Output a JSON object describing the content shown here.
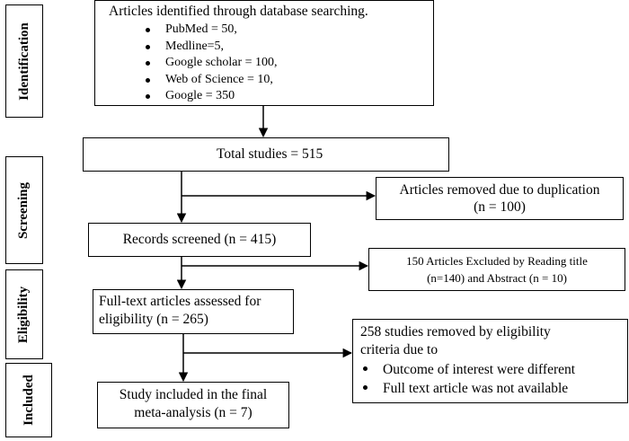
{
  "stages": {
    "identification": "Identification",
    "screening": "Screening",
    "eligibility": "Eligibility",
    "included": "Included"
  },
  "identification_box": {
    "heading": "Articles identified through database searching.",
    "sources": [
      "PubMed = 50,",
      "Medline=5,",
      "Google scholar = 100,",
      "Web of Science = 10,",
      "Google = 350"
    ]
  },
  "total_box": {
    "text": "Total studies = 515"
  },
  "duplication_box": {
    "line1": "Articles removed due to duplication",
    "line2": "(n = 100)"
  },
  "screened_box": {
    "text": "Records screened (n = 415)"
  },
  "excluded_box": {
    "line1": "150 Articles Excluded by Reading title",
    "line2": "(n=140) and Abstract  (n = 10)"
  },
  "fulltext_box": {
    "line1": "Full-text articles assessed for",
    "line2": "eligibility  (n = 265)"
  },
  "removed_box": {
    "line1": "258 studies removed by eligibility",
    "line2": "criteria due to",
    "reasons": [
      "Outcome of interest were different",
      "Full text article was not available"
    ]
  },
  "included_box": {
    "line1": "Study included in the final",
    "line2": "meta-analysis (n = 7)"
  }
}
